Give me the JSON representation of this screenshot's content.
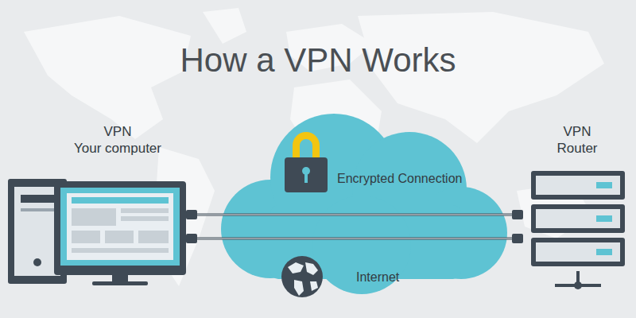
{
  "diagram": {
    "title": "How a VPN Works",
    "nodes": [
      {
        "text": [
          "VPN",
          "Your computer"
        ]
      },
      {
        "text": [
          "Encrypted Connection",
          "Internet"
        ]
      },
      {
        "text": [
          "VPN",
          "Router"
        ]
      }
    ],
    "edges": [
      {
        "from": 0,
        "to": 2,
        "arrow": "none"
      },
      {
        "from": 0,
        "to": 2,
        "arrow": "none"
      }
    ]
  }
}
